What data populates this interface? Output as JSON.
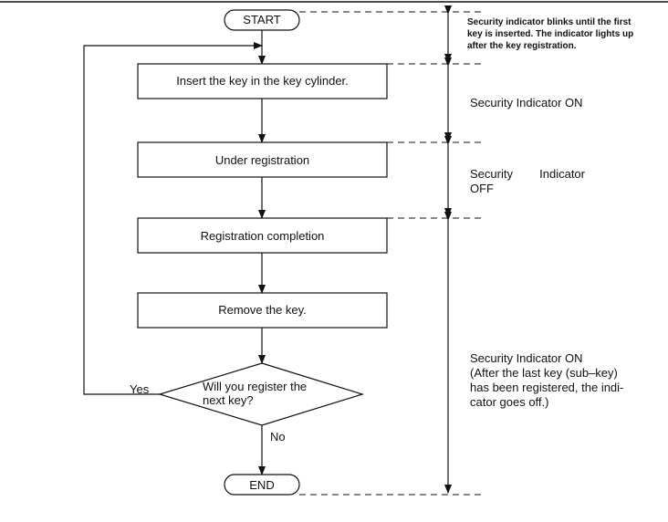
{
  "flowchart": {
    "start": "START",
    "end": "END",
    "steps": [
      "Insert the key in the key cylinder.",
      "Under registration",
      "Registration completion",
      "Remove the key."
    ],
    "decision": {
      "line1": "Will you register the",
      "line2": "next key?",
      "yes": "Yes",
      "no": "No"
    }
  },
  "notes": {
    "blink": {
      "line1": "Security indicator blinks until the first",
      "line2": "key is inserted. The indicator lights up",
      "line3": "after the key registration."
    },
    "on_first": "Security Indicator ON",
    "off": {
      "word1": "Security",
      "word2": "Indicator",
      "word3": "OFF"
    },
    "on_last": {
      "line1": "Security Indicator ON",
      "line2": "(After the last key (sub–key)",
      "line3": "has been registered, the indi-",
      "line4": "cator goes off.)"
    }
  }
}
